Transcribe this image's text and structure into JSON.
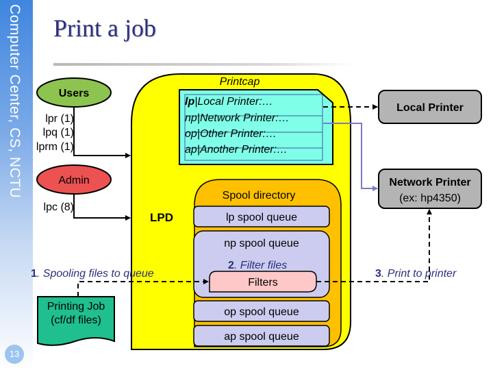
{
  "sidebar": {
    "label": "Computer Center, CS, NCTU",
    "page_number": "13"
  },
  "slide": {
    "title": "Print a job"
  },
  "users": {
    "label": "Users",
    "commands": [
      "lpr (1)",
      "lpq (1)",
      "lprm (1)"
    ]
  },
  "admin": {
    "label": "Admin",
    "commands": [
      "lpc (8)"
    ]
  },
  "lpd": {
    "label": "LPD"
  },
  "printcap": {
    "title": "Printcap",
    "entries": [
      {
        "name": "lp",
        "desc": "Local Printer:…"
      },
      {
        "name": "np",
        "desc": "Network Printer:…"
      },
      {
        "name": "op",
        "desc": "Other Printer:…"
      },
      {
        "name": "ap",
        "desc": "Another Printer:…"
      }
    ]
  },
  "spool": {
    "title": "Spool directory",
    "queues": [
      "lp spool queue",
      "np spool queue",
      "op spool queue",
      "ap spool queue"
    ],
    "filters_label": "Filters"
  },
  "printers": {
    "local": {
      "label": "Local Printer"
    },
    "network": {
      "label": "Network Printer",
      "sublabel": "(ex: hp4350)"
    }
  },
  "job": {
    "line1": "Printing Job",
    "line2": "(cf/df files)"
  },
  "steps": [
    {
      "num": "1",
      "text": ". Spooling files to queue"
    },
    {
      "num": "2",
      "text": ". Filter files"
    },
    {
      "num": "3",
      "text": ". Print to printer"
    }
  ],
  "colors": {
    "users": "#8cc44f",
    "admin": "#ec5252",
    "lpd": "#ffff00",
    "spool": "#ffc000",
    "queue": "#ccccf0",
    "printcap": "#80ffe8",
    "filters": "#ffc8c8",
    "printer": "#b4b4b4",
    "job": "#1fbf8f",
    "step_text": "#2b2f7e"
  }
}
